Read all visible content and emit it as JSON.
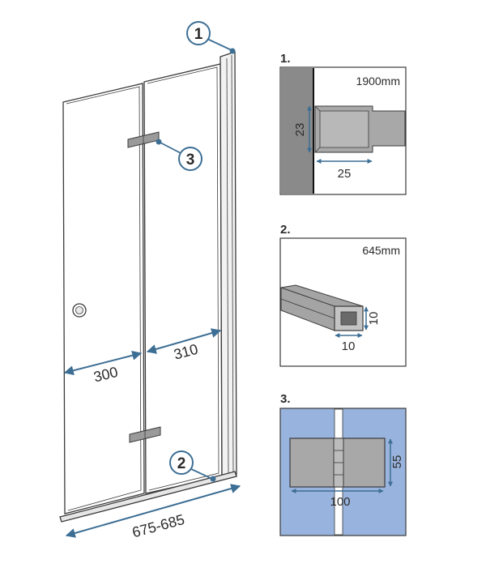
{
  "colors": {
    "accent": "#3d6e94",
    "frame": "#3a3a3a",
    "wall": "#8a8a8a",
    "profile": "#a8a8a8",
    "glass_bg": "#98b3dd"
  },
  "door": {
    "callouts": [
      "1",
      "2",
      "3"
    ],
    "dim_left_panel": "300",
    "dim_right_panel": "310",
    "dim_total": "675-685"
  },
  "details": [
    {
      "label": "1.",
      "length": "1900mm",
      "dim_height": "23",
      "dim_width": "25"
    },
    {
      "label": "2.",
      "length": "645mm",
      "dim_height": "10",
      "dim_width": "10"
    },
    {
      "label": "3.",
      "dim_height": "55",
      "dim_width": "100"
    }
  ]
}
